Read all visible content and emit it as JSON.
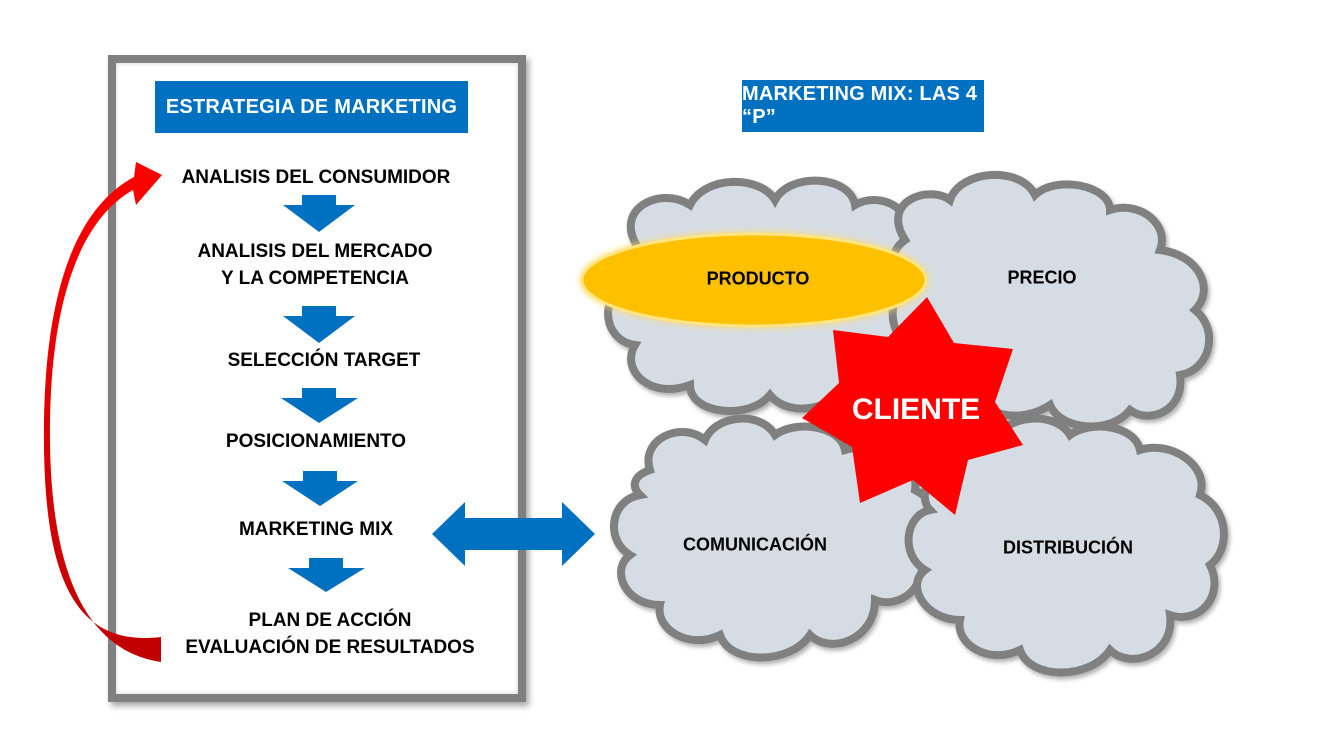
{
  "strategy": {
    "title": "ESTRATEGIA DE MARKETING",
    "steps": [
      {
        "lines": [
          "ANALISIS DEL CONSUMIDOR"
        ]
      },
      {
        "lines": [
          "ANALISIS DEL MERCADO",
          "Y LA COMPETENCIA"
        ]
      },
      {
        "lines": [
          "SELECCIÓN TARGET"
        ]
      },
      {
        "lines": [
          "POSICIONAMIENTO"
        ]
      },
      {
        "lines": [
          "MARKETING MIX"
        ]
      },
      {
        "lines": [
          "PLAN DE ACCIÓN",
          "EVALUACIÓN DE RESULTADOS"
        ]
      }
    ],
    "step_labels": {
      "s0": "ANALISIS DEL CONSUMIDOR",
      "s1a": "ANALISIS DEL MERCADO",
      "s1b": "Y LA COMPETENCIA",
      "s2": "SELECCIÓN TARGET",
      "s3": "POSICIONAMIENTO",
      "s4": "MARKETING MIX",
      "s5a": "PLAN DE ACCIÓN",
      "s5b": "EVALUACIÓN DE RESULTADOS"
    }
  },
  "mix": {
    "title": "MARKETING MIX: LAS 4 “P”",
    "clouds": {
      "producto": "PRODUCTO",
      "precio": "PRECIO",
      "comunicacion": "COMUNICACIÓN",
      "distribucion": "DISTRIBUCIÓN"
    },
    "center": "CLIENTE"
  },
  "colors": {
    "title_bg": "#0070C0",
    "arrow_blue": "#0070C0",
    "feedback_arrow": "#FF0000",
    "star": "#FF0000",
    "highlight": "#FFC000",
    "cloud_fill": "#D6DCE4",
    "cloud_stroke": "#808080",
    "panel_border": "#808080"
  }
}
